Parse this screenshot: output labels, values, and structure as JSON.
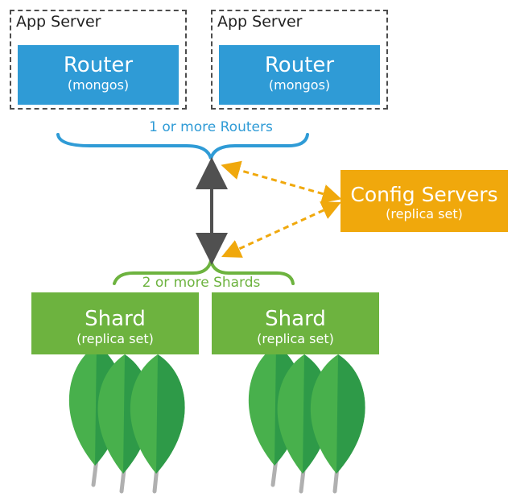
{
  "app_servers": [
    {
      "label": "App Server",
      "router": {
        "title": "Router",
        "subtitle": "(mongos)"
      }
    },
    {
      "label": "App Server",
      "router": {
        "title": "Router",
        "subtitle": "(mongos)"
      }
    }
  ],
  "routers_note": "1 or more Routers",
  "config_server": {
    "title": "Config Servers",
    "subtitle": "(replica set)"
  },
  "shards_note": "2 or more Shards",
  "shards": [
    {
      "title": "Shard",
      "subtitle": "(replica set)"
    },
    {
      "title": "Shard",
      "subtitle": "(replica set)"
    }
  ],
  "colors": {
    "router": "#2f9bd6",
    "config": "#f0a80c",
    "shard": "#6db33f",
    "leaf_dark": "#2e9a48",
    "leaf_light": "#48b04c",
    "connector": "#505050"
  },
  "icons": [
    "leaf-icon"
  ]
}
